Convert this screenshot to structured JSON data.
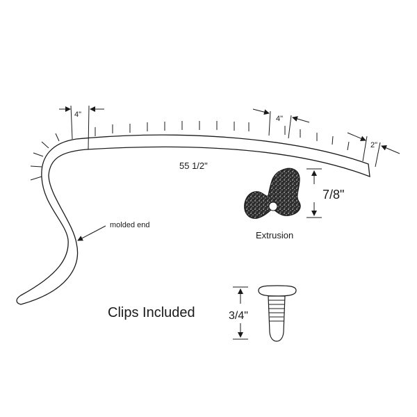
{
  "labels": {
    "dim_left_4": "4\"",
    "dim_right_4": "4\"",
    "dim_2": "2\"",
    "length": "55 1/2\"",
    "molded_end": "molded end",
    "extrusion": "Extrusion",
    "extrusion_height": "7/8\"",
    "clips_included": "Clips  Included",
    "clip_height": "3/4\""
  },
  "colors": {
    "ink": "#1a1a1a",
    "speckle": "#3a3a3a"
  }
}
